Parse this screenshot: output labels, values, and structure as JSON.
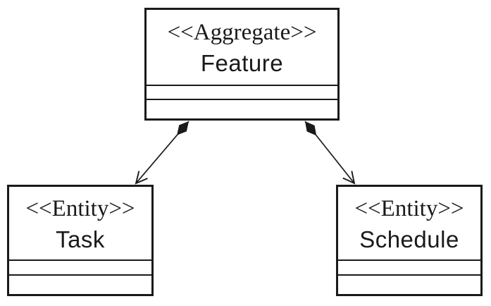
{
  "diagram": {
    "type": "uml-class-diagram",
    "background": "#ffffff",
    "stroke_color": "#1a1a1a",
    "nodes": [
      {
        "id": "feature",
        "stereotype": "<<Aggregate>>",
        "name": "Feature",
        "empty_compartments": 2
      },
      {
        "id": "task",
        "stereotype": "<<Entity>>",
        "name": "Task",
        "empty_compartments": 2
      },
      {
        "id": "schedule",
        "stereotype": "<<Entity>>",
        "name": "Schedule",
        "empty_compartments": 2
      }
    ],
    "edges": [
      {
        "from": "Feature",
        "to": "Task",
        "type": "composition",
        "source_end": "filled-diamond",
        "target_end": "open-arrow"
      },
      {
        "from": "Feature",
        "to": "Schedule",
        "type": "composition",
        "source_end": "filled-diamond",
        "target_end": "open-arrow"
      }
    ]
  }
}
